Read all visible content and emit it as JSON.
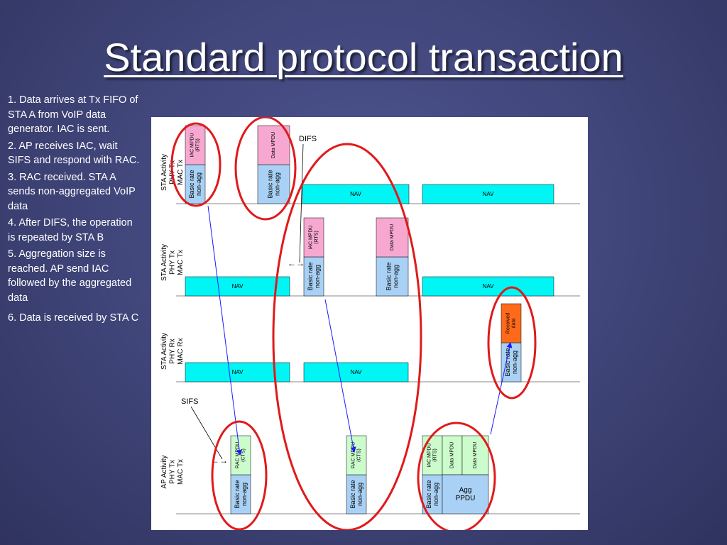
{
  "slide": {
    "title": "Standard protocol transaction",
    "steps": [
      "1. Data arrives at Tx FIFO of STA A from VoIP data generator. IAC is sent.",
      "2. AP receives IAC, wait SIFS and respond with RAC.",
      "3. RAC received. STA A sends non-aggregated VoIP data",
      "4. After DIFS, the operation is repeated by STA B",
      "5. Aggregation size is reached. AP send IAC followed by the aggregated data",
      "6. Data is received by STA C"
    ]
  },
  "diagram": {
    "colors": {
      "pink": "#f7a8d1",
      "blue": "#a9d1f5",
      "cyan": "#00f5f5",
      "green": "#ccfccc",
      "orange": "#ff6a1a",
      "circle": "#e01a1a",
      "arrow": "#1a1aff"
    },
    "row_labels": {
      "sta_a": [
        "STA Activity",
        "PHY Tx",
        "MAC Tx"
      ],
      "sta_b": [
        "STA Activity",
        "PHY Tx",
        "MAC Tx"
      ],
      "sta_c": [
        "STA Activity",
        "PHY Rx",
        "MAC Rx"
      ],
      "ap": [
        "AP  Activity",
        "PHY Tx",
        "MAC Tx"
      ]
    },
    "text": {
      "basic_rate": [
        "Basic rate",
        "non-agg"
      ],
      "iac_mpdu": [
        "IAC MPDU",
        "(RTS)"
      ],
      "rac_mpdu": [
        "RAC MPDU",
        "(CTS)"
      ],
      "data_mpdu": "Data MPDU",
      "nav": "NAV",
      "received_data": [
        "Received",
        "data"
      ],
      "agg_ppdu": [
        "Agg",
        "PPDU"
      ],
      "difs": "DIFS",
      "sifs": "SIFS",
      "double_arrow": "←→"
    }
  }
}
